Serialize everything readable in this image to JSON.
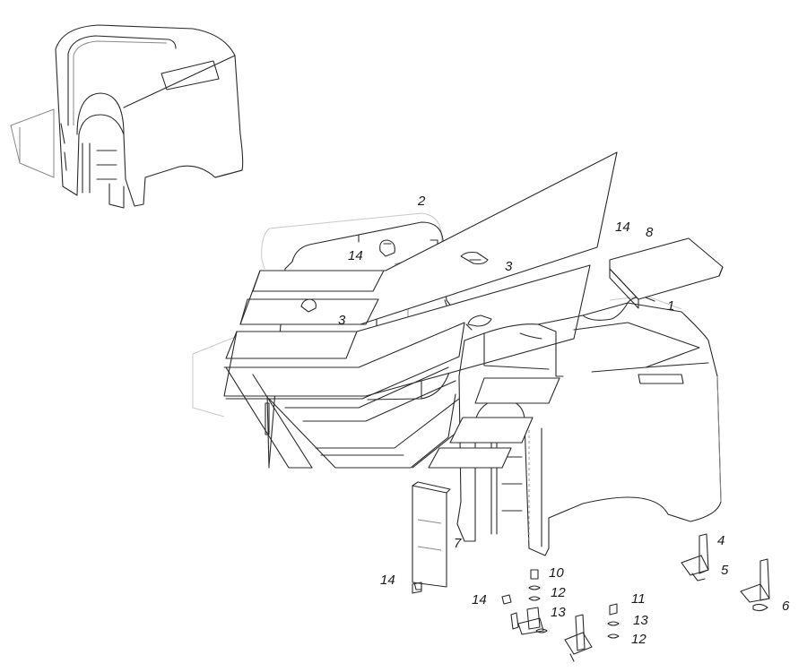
{
  "callouts": [
    {
      "id": "1",
      "text": "1"
    },
    {
      "id": "2",
      "text": "2"
    },
    {
      "id": "3a",
      "text": "3"
    },
    {
      "id": "3b",
      "text": "3"
    },
    {
      "id": "4",
      "text": "4"
    },
    {
      "id": "5",
      "text": "5"
    },
    {
      "id": "6",
      "text": "6"
    },
    {
      "id": "7",
      "text": "7"
    },
    {
      "id": "8",
      "text": "8"
    },
    {
      "id": "10",
      "text": "10"
    },
    {
      "id": "11",
      "text": "11"
    },
    {
      "id": "12a",
      "text": "12"
    },
    {
      "id": "12b",
      "text": "12"
    },
    {
      "id": "13a",
      "text": "13"
    },
    {
      "id": "13b",
      "text": "13"
    },
    {
      "id": "14a",
      "text": "14"
    },
    {
      "id": "14b",
      "text": "14"
    },
    {
      "id": "14c",
      "text": "14"
    },
    {
      "id": "14d",
      "text": "14"
    }
  ]
}
